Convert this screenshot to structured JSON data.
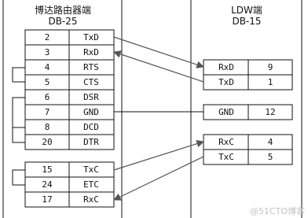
{
  "left_panel": {
    "title": "博达路由器端",
    "subtitle": "DB-25",
    "pins": [
      {
        "num": "2",
        "sig": "TxD"
      },
      {
        "num": "3",
        "sig": "RxD"
      },
      {
        "num": "4",
        "sig": "RTS"
      },
      {
        "num": "5",
        "sig": "CTS"
      },
      {
        "num": "6",
        "sig": "DSR"
      },
      {
        "num": "7",
        "sig": "GND"
      },
      {
        "num": "8",
        "sig": "DCD"
      },
      {
        "num": "20",
        "sig": "DTR"
      },
      {
        "num": "15",
        "sig": "TxC"
      },
      {
        "num": "24",
        "sig": "ETC"
      },
      {
        "num": "17",
        "sig": "RxC"
      }
    ]
  },
  "right_panel": {
    "title": "LDW端",
    "subtitle": "DB-15",
    "pins": [
      {
        "sig": "RxD",
        "num": "9"
      },
      {
        "sig": "TxD",
        "num": "1"
      },
      {
        "sig": "GND",
        "num": "12"
      },
      {
        "sig": "RxC",
        "num": "4"
      },
      {
        "sig": "TxC",
        "num": "5"
      }
    ]
  },
  "watermark": {
    "text": "@51CTO博客"
  },
  "colors": {
    "line": "#111111",
    "wire": "#555555",
    "watermark": "#c4c4c4"
  }
}
